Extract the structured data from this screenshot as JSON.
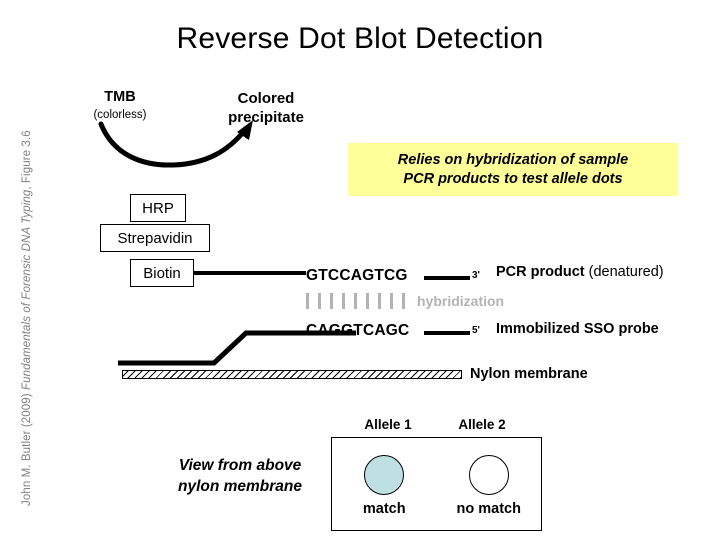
{
  "slide": {
    "title": "Reverse Dot Blot Detection",
    "background": "#ffffff",
    "attribution_author": "John M. Butler (2009) ",
    "attribution_source": "Fundamentals of Forensic DNA Typing",
    "attribution_figure": ", Figure 3.6"
  },
  "reaction": {
    "substrate_label": "TMB",
    "substrate_sub": "(colorless)",
    "product_label": "Colored\nprecipitate",
    "product_line1": "Colored",
    "product_line2": "precipitate"
  },
  "callout": {
    "line1": "Relies on hybridization of sample",
    "line2": "PCR products to test allele dots",
    "background": "#ffff99"
  },
  "stack": {
    "hrp": "HRP",
    "streptavidin": "Strepavidin",
    "biotin": "Biotin"
  },
  "duplex": {
    "top_sequence": "GTCCAGTCG",
    "top_end_mark": "3'",
    "top_label_strong": "PCR product",
    "top_label_plain": " (denatured)",
    "hybridization_label": "hybridization",
    "hybridization_tick_count": 9,
    "hybridization_color": "#b3b3b3",
    "bottom_sequence": "CAGGTCAGC",
    "bottom_end_mark": "5'",
    "bottom_label": "Immobilized SSO probe"
  },
  "membrane": {
    "label": "Nylon membrane"
  },
  "view_note": {
    "line1": "View from above",
    "line2": "nylon membrane"
  },
  "allele_panel": {
    "allele1_label": "Allele 1",
    "allele2_label": "Allele 2",
    "dots": [
      {
        "result": "match",
        "fill": "#bfe0e3"
      },
      {
        "result": "no match",
        "fill": "#ffffff"
      }
    ]
  }
}
